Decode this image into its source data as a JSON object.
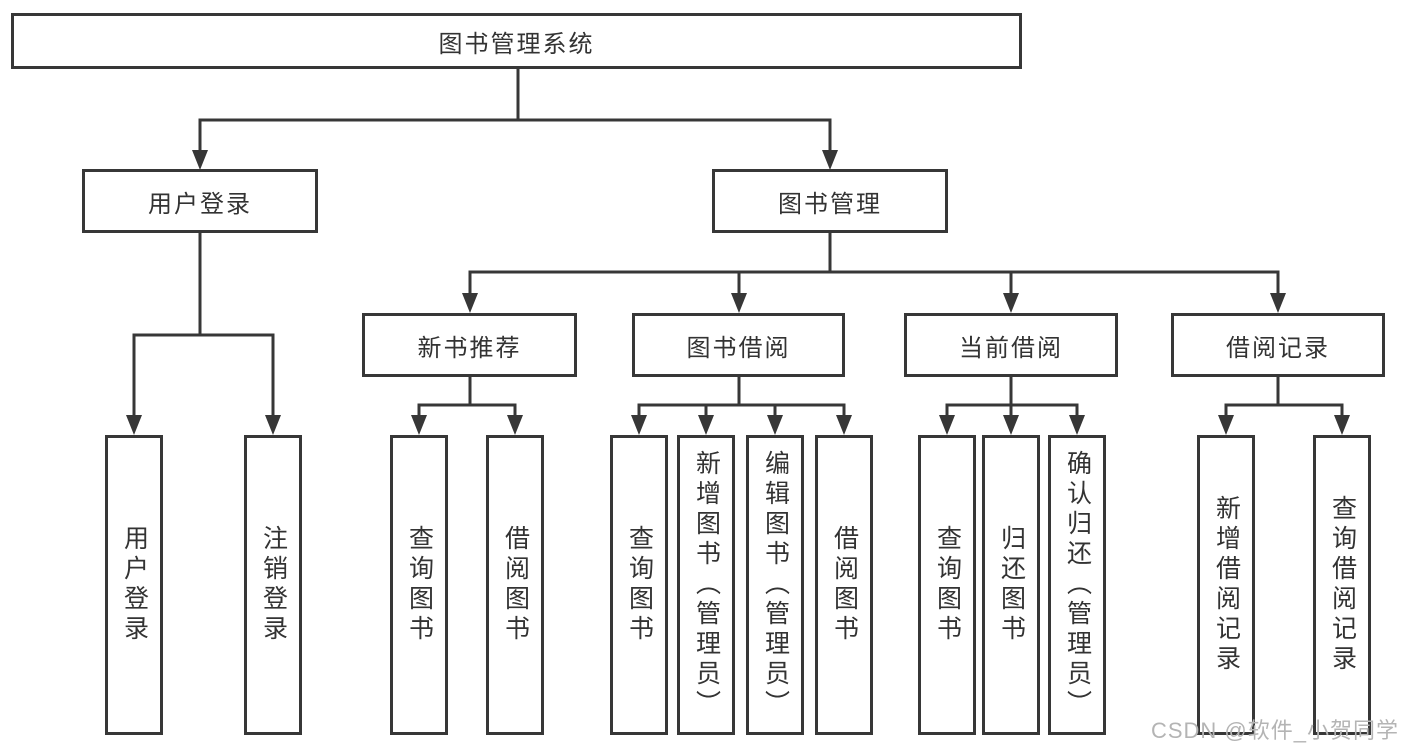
{
  "tree": {
    "root": {
      "label": "图书管理系统"
    },
    "children": [
      {
        "label": "用户登录",
        "children": [
          {
            "label": "用户登录"
          },
          {
            "label": "注销登录"
          }
        ]
      },
      {
        "label": "图书管理",
        "children": [
          {
            "label": "新书推荐",
            "children": [
              {
                "label": "查询图书"
              },
              {
                "label": "借阅图书"
              }
            ]
          },
          {
            "label": "图书借阅",
            "children": [
              {
                "label": "查询图书"
              },
              {
                "label": "新增图书（管理员）"
              },
              {
                "label": "编辑图书（管理员）"
              },
              {
                "label": "借阅图书"
              }
            ]
          },
          {
            "label": "当前借阅",
            "children": [
              {
                "label": "查询图书"
              },
              {
                "label": "归还图书"
              },
              {
                "label": "确认归还（管理员）"
              }
            ]
          },
          {
            "label": "借阅记录",
            "children": [
              {
                "label": "新增借阅记录"
              },
              {
                "label": "查询借阅记录"
              }
            ]
          }
        ]
      }
    ]
  },
  "watermark": "CSDN @软件_小贺同学",
  "colors": {
    "line": "#373737",
    "box_border": "#373737",
    "box_bg": "#ffffff",
    "text": "#333333",
    "watermark": "#b4b4b4",
    "background": "#ffffff"
  }
}
